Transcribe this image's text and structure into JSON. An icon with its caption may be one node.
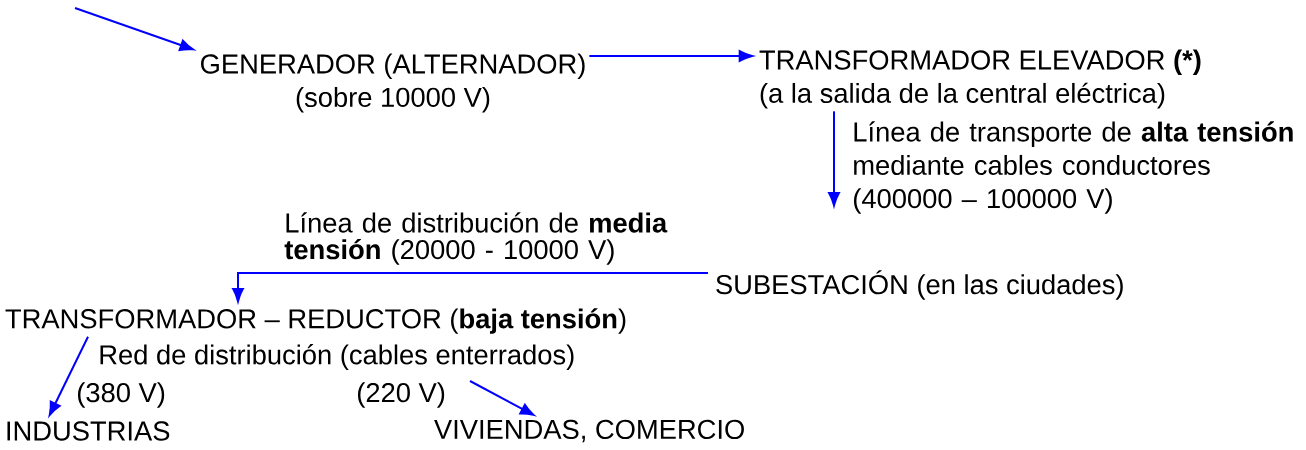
{
  "diagram": {
    "nodes": [
      {
        "text": [
          "GENERADOR  (ALTERNADOR)",
          "(sobre 10000 V)"
        ]
      },
      {
        "text": [
          "TRANSFORMADOR ELEVADOR **(*)**",
          "(a la salida de la central eléctrica)"
        ]
      },
      {
        "text": [
          "SUBESTACIÓN (en las ciudades)"
        ]
      },
      {
        "text": [
          "TRANSFORMADOR – REDUCTOR (**baja tensión**)"
        ]
      },
      {
        "text": [
          "INDUSTRIAS"
        ]
      },
      {
        "text": [
          "VIVIENDAS, COMERCIO"
        ]
      }
    ],
    "edges": [
      {
        "from": null,
        "to": 0,
        "arrow": "to"
      },
      {
        "from": 0,
        "to": 1,
        "arrow": "to"
      },
      {
        "from": 1,
        "to": 2,
        "arrow": "to",
        "label": "Línea de transporte de **alta tensión** mediante cables conductores (400000 – 100000 V)"
      },
      {
        "from": 2,
        "to": 3,
        "arrow": "to",
        "label": "Línea de distribución de **media tensión** (20000 - 10000 V)"
      },
      {
        "from": 3,
        "to": 4,
        "arrow": "to",
        "label": "(380 V)"
      },
      {
        "from": null,
        "to": 5,
        "arrow": "to",
        "label": "(220 V)"
      }
    ],
    "labels": [
      "Red de distribución (cables enterrados)"
    ]
  }
}
